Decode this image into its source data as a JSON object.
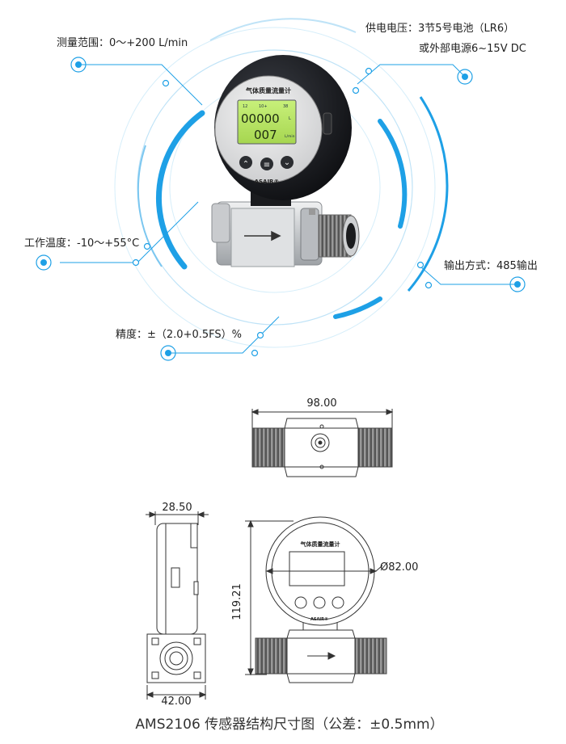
{
  "specs": {
    "range": "测量范围：0～+200 L/min",
    "power_line1": "供电电压：3节5号电池（LR6）",
    "power_line2": "或外部电源6~15V DC",
    "temperature": "工作温度：-10～+55°C",
    "output": "输出方式：485输出",
    "accuracy": "精度：±（2.0+0.5FS）%"
  },
  "device": {
    "face_title": "气体质量流量计",
    "lcd_top_left": "12",
    "lcd_top_mid": "10+",
    "lcd_top_right": "38",
    "lcd_row1": "00000",
    "lcd_row2": "007",
    "lcd_unit1": "L",
    "lcd_unit2": "L/min",
    "btn_up": "⌃",
    "btn_menu": "≡",
    "btn_down": "⌄",
    "brand": "ASAIR®"
  },
  "dimensions": {
    "length": "98.00",
    "depth": "28.50",
    "diameter": "Ø82.00",
    "height": "119.21",
    "width": "42.00"
  },
  "drawing_labels": {
    "front_title": "气体质量流量计",
    "front_brand": "ASAIR®"
  },
  "caption": "AMS2106 传感器结构尺寸图（公差：±0.5mm）",
  "colors": {
    "accent": "#1ea0e6",
    "light_accent": "#7cc7f0",
    "ink": "#222222"
  }
}
